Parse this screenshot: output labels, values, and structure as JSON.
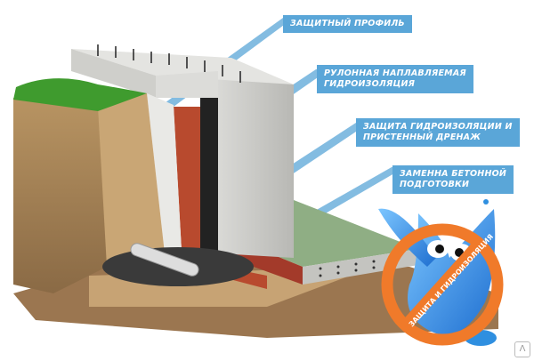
{
  "labels": [
    {
      "line1": "ЗАЩИТНЫЙ ПРОФИЛЬ",
      "line2": ""
    },
    {
      "line1": "РУЛОННАЯ НАПЛАВЛЯЕМАЯ",
      "line2": "ГИДРОИЗОЛЯЦИЯ"
    },
    {
      "line1": "ЗАЩИТА ГИДРОИЗОЛЯЦИИ И",
      "line2": "ПРИСТЕННЫЙ ДРЕНАЖ"
    },
    {
      "line1": "ЗАМЕННА БЕТОННОЙ",
      "line2": "ПОДГОТОВКИ"
    }
  ],
  "logo": {
    "ring_text": "ЗАЩИТА И ГИДРОИЗОЛЯЦИЯ"
  },
  "colors": {
    "label_bg": "#5aa6d8",
    "ring": "#f07a2a",
    "drop": "#2f8fe0"
  }
}
